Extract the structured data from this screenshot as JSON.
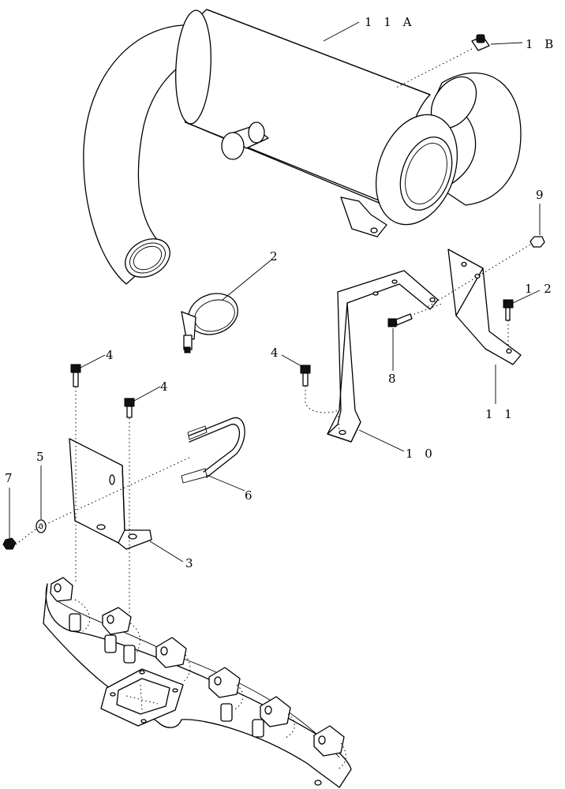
{
  "callouts": {
    "c11a": "1 1 A",
    "c1b": "1 B",
    "c9": "9",
    "c2": "2",
    "c12": "1 2",
    "c4a": "4",
    "c4b": "4",
    "c4c": "4",
    "c8": "8",
    "c11": "1 1",
    "c10": "1 0",
    "c5": "5",
    "c6": "6",
    "c7": "7",
    "c3": "3"
  }
}
